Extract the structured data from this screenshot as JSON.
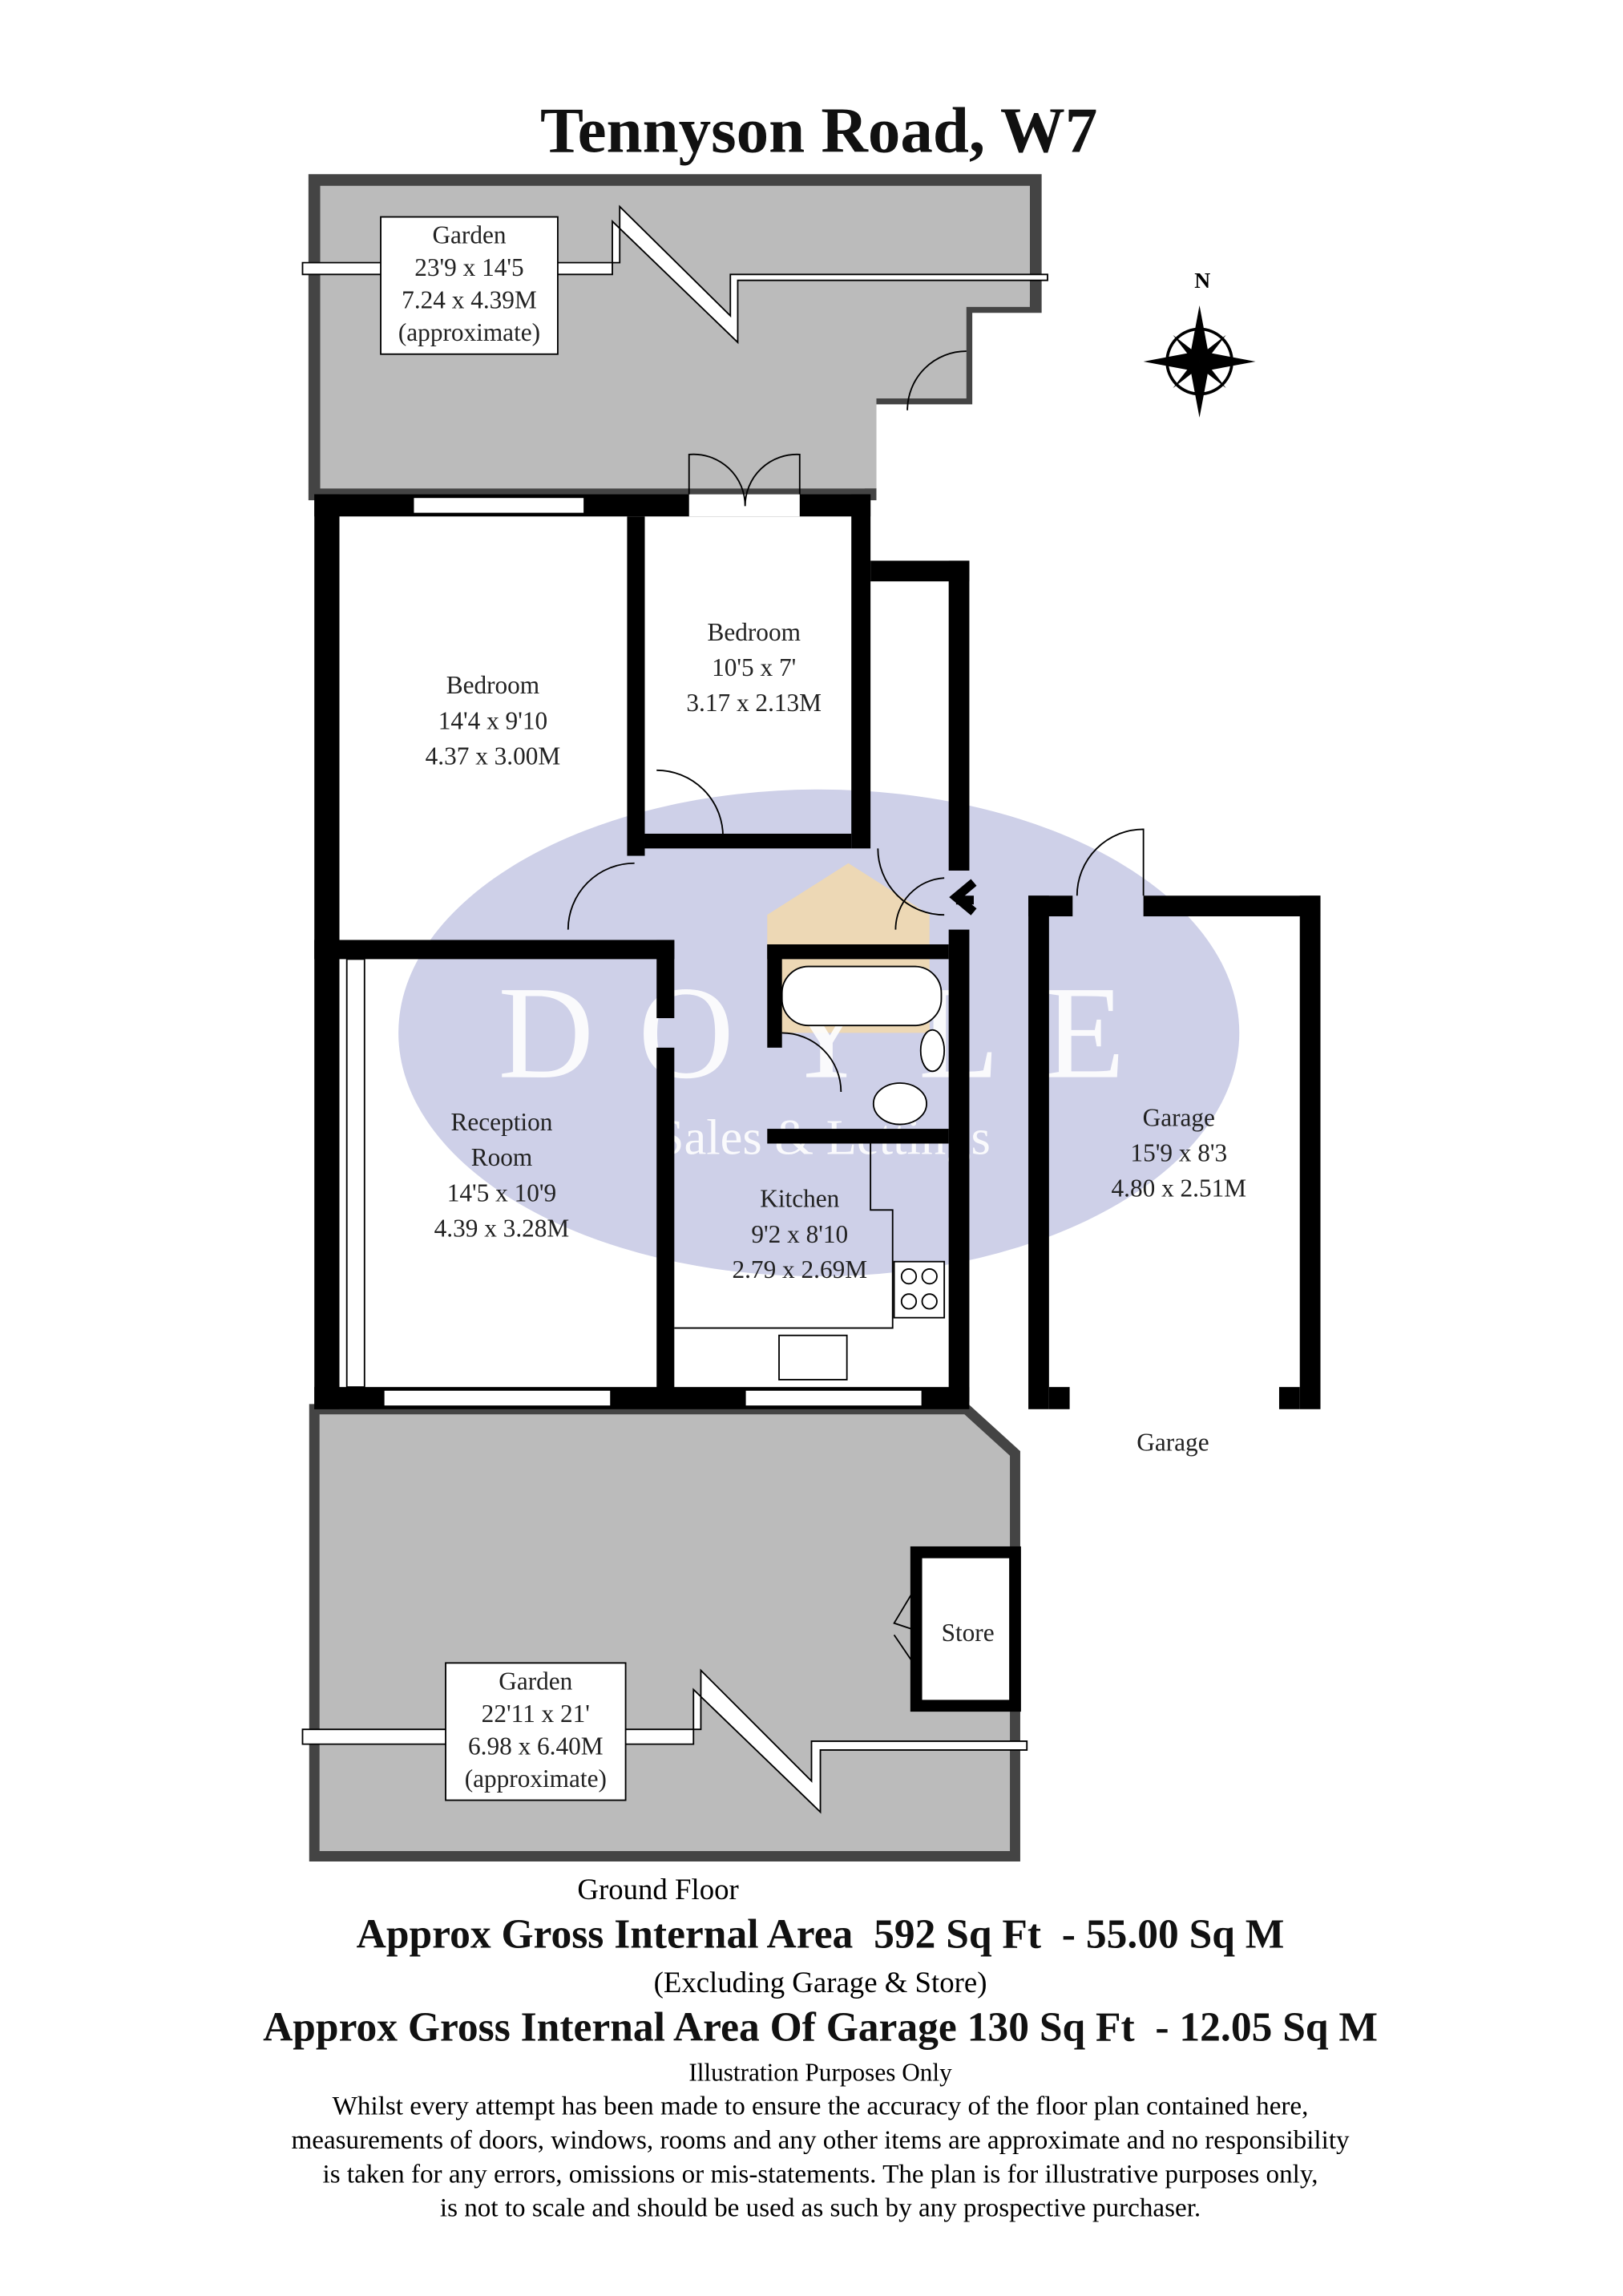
{
  "title": "Tennyson Road, W7",
  "compass": {
    "label": "N",
    "icon": "compass-rose-icon"
  },
  "watermark": {
    "brand": "DOYLE",
    "tagline": "Sales & Lettings",
    "color": "#c5c8e4",
    "accent": "#f5d9a8"
  },
  "colors": {
    "garden": "#bbbbbb",
    "wall": "#000000"
  },
  "rooms": {
    "garden_top": {
      "name": "Garden",
      "imperial": "23'9 x 14'5",
      "metric": "7.24 x 4.39M",
      "note": "(approximate)"
    },
    "bedroom1": {
      "name": "Bedroom",
      "imperial": "14'4 x 9'10",
      "metric": "4.37 x 3.00M"
    },
    "bedroom2": {
      "name": "Bedroom",
      "imperial": "10'5 x 7'",
      "metric": "3.17 x 2.13M"
    },
    "reception": {
      "name1": "Reception",
      "name2": "Room",
      "imperial": "14'5 x 10'9",
      "metric": "4.39 x 3.28M"
    },
    "kitchen": {
      "name": "Kitchen",
      "imperial": "9'2 x 8'10",
      "metric": "2.79 x 2.69M"
    },
    "garage": {
      "name": "Garage",
      "imperial": "15'9 x 8'3",
      "metric": "4.80 x 2.51M",
      "caption": "Garage"
    },
    "store": {
      "name": "Store"
    },
    "garden_bottom": {
      "name": "Garden",
      "imperial": "22'11 x 21'",
      "metric": "6.98 x 6.40M",
      "note": "(approximate)"
    }
  },
  "floor_label": "Ground Floor",
  "area_main": "Approx Gross Internal Area  592 Sq Ft  - 55.00 Sq M",
  "area_main_note": "(Excluding Garage & Store)",
  "area_garage": "Approx Gross Internal Area Of Garage 130 Sq Ft  - 12.05 Sq M",
  "illustration_note": "Illustration Purposes Only",
  "disclaimer": [
    "Whilst every attempt has been made to ensure the accuracy of the floor plan contained here,",
    "measurements of doors, windows, rooms and any other items are approximate and no responsibility",
    "is taken for any errors, omissions or mis-statements. The plan is for illustrative purposes only,",
    "is not to scale and should be used as such by any prospective purchaser."
  ]
}
